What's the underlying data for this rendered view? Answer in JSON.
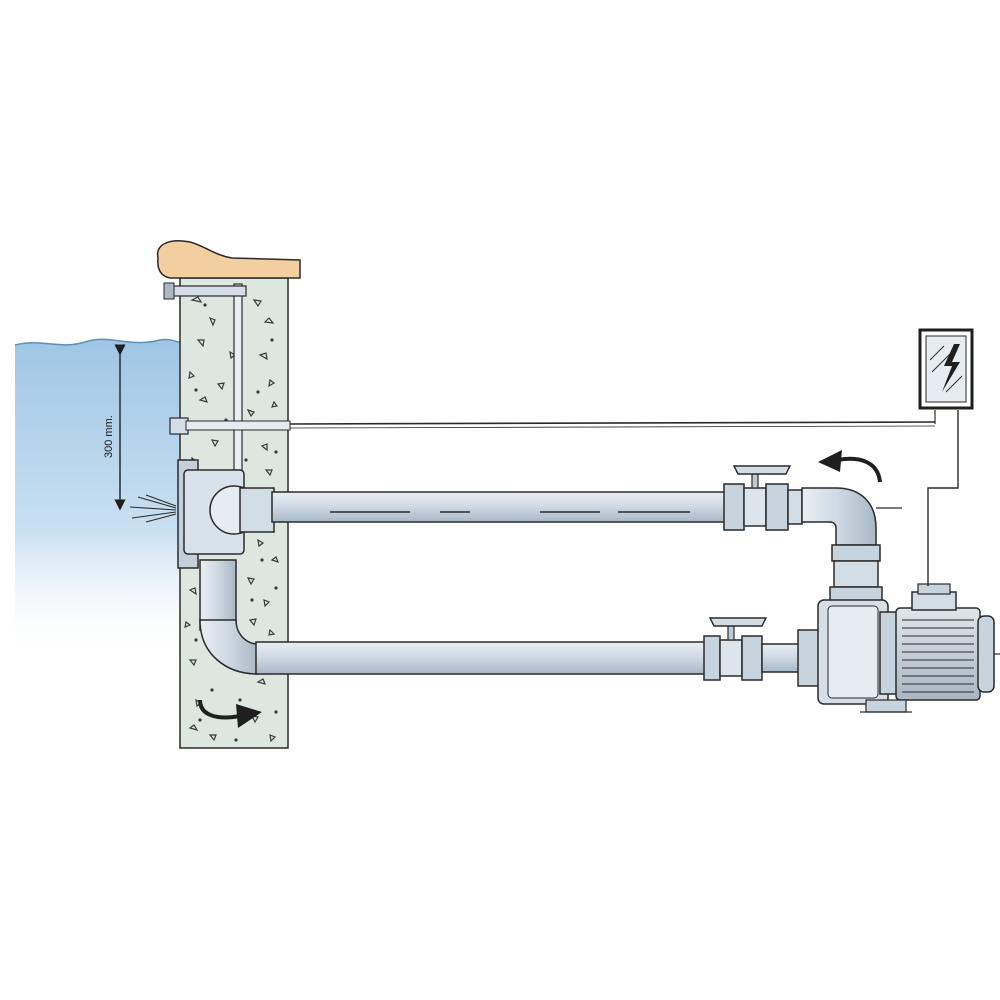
{
  "diagram": {
    "dimension_label": "300 mm.",
    "colors": {
      "water": "#bfd9ee",
      "pipe": "#d2dde6",
      "pipe_shade": "#a9b9c6",
      "concrete": "#d9e4dc",
      "coping": "#f3cfa0",
      "outline": "#1f1f1f",
      "panel": "#e6ecf2"
    },
    "components": [
      "water-surface",
      "pool-wall",
      "coping-stone",
      "jet-nozzle",
      "air-control-pipe",
      "pressure-pipe",
      "suction-pipe",
      "ball-valve-upper",
      "ball-valve-lower",
      "elbow-fitting",
      "pump-motor",
      "control-panel"
    ]
  }
}
